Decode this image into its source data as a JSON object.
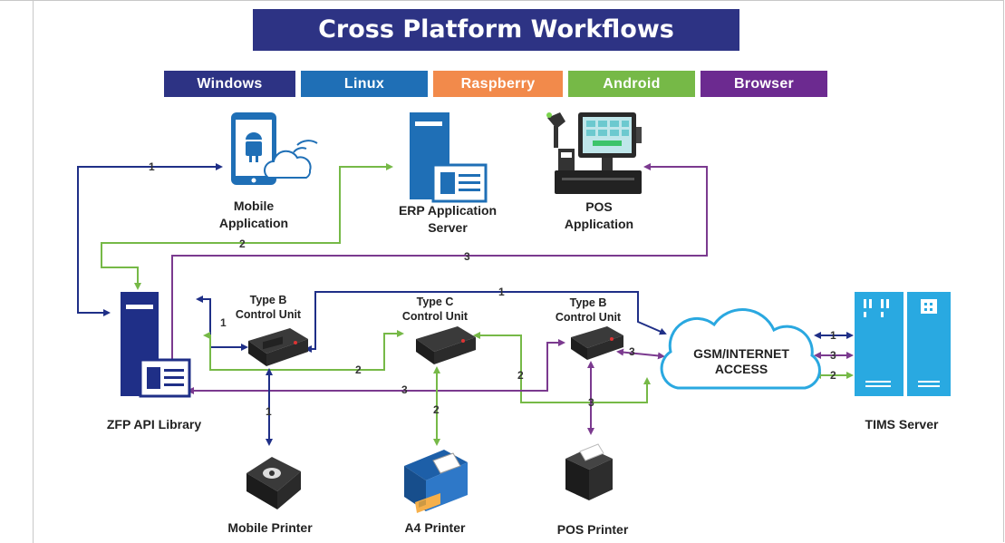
{
  "title": "Cross Platform Workflows",
  "platforms": [
    {
      "label": "Windows",
      "color": "#2d3384"
    },
    {
      "label": "Linux",
      "color": "#1f6fb6"
    },
    {
      "label": "Raspberry",
      "color": "#f28a4b"
    },
    {
      "label": "Android",
      "color": "#76b947"
    },
    {
      "label": "Browser",
      "color": "#6c2a90"
    }
  ],
  "nodes": {
    "mobile_app": {
      "line1": "Mobile",
      "line2": "Application"
    },
    "erp": {
      "line1": "ERP Application",
      "line2": "Server"
    },
    "pos_app": {
      "line1": "POS",
      "line2": "Application"
    },
    "zfp": {
      "label": "ZFP API Library"
    },
    "cu_left": {
      "line1": "Type B",
      "line2": "Control Unit"
    },
    "cu_mid": {
      "line1": "Type C",
      "line2": "Control Unit"
    },
    "cu_right": {
      "line1": "Type B",
      "line2": "Control Unit"
    },
    "cloud": {
      "line1": "GSM/INTERNET",
      "line2": "ACCESS"
    },
    "tims": {
      "label": "TIMS Server"
    },
    "mobile_printer": {
      "label": "Mobile Printer"
    },
    "a4_printer": {
      "label": "A4 Printer"
    },
    "pos_printer": {
      "label": "POS Printer"
    }
  },
  "flow_colors": {
    "1": "#1f2f87",
    "2": "#76b947",
    "3": "#7b3a8f"
  },
  "flow_numbers": {
    "one": "1",
    "two": "2",
    "three": "3"
  }
}
